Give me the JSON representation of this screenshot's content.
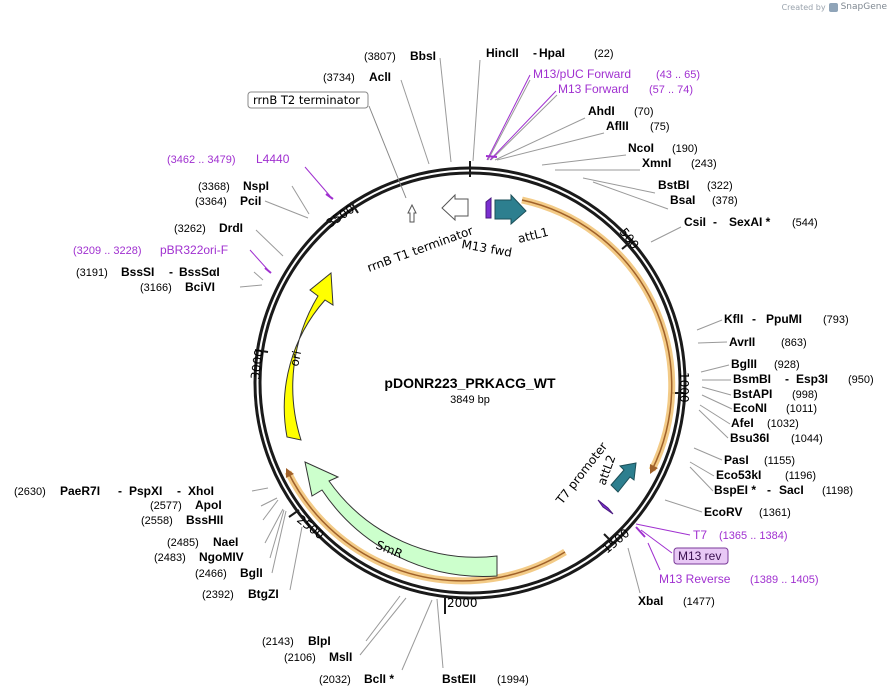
{
  "credit": {
    "prefix": "Created by",
    "brand": "SnapGene"
  },
  "plasmid": {
    "name": "pDONR223_PRKACG_WT",
    "length_label": "3849 bp",
    "length": 3849
  },
  "ticks": [
    "500",
    "1000",
    "1500",
    "2000",
    "2500",
    "3000",
    "3500"
  ],
  "features": [
    {
      "label": "attL1",
      "kind": "arrow",
      "color": "#2d7f8f"
    },
    {
      "label": "M13 fwd",
      "kind": "primer",
      "color": "#7b2fd1"
    },
    {
      "label": "rrnB T1 terminator",
      "kind": "terminator"
    },
    {
      "label": "rrnB T2 terminator",
      "kind": "terminator"
    },
    {
      "label": "ori",
      "kind": "arc",
      "color": "#ffff00"
    },
    {
      "label": "SmR",
      "kind": "arc",
      "color": "#ccffcc"
    },
    {
      "label": "attL2",
      "kind": "arrow",
      "color": "#2d7f8f"
    },
    {
      "label": "T7 promoter",
      "kind": "promoter"
    }
  ],
  "sites": [
    {
      "name": "HincII",
      "name2": "HpaI",
      "pos": "(22)"
    },
    {
      "name": "AhdI",
      "pos": "(70)"
    },
    {
      "name": "AflII",
      "pos": "(75)"
    },
    {
      "name": "NcoI",
      "pos": "(190)"
    },
    {
      "name": "XmnI",
      "pos": "(243)"
    },
    {
      "name": "BstBI",
      "pos": "(322)"
    },
    {
      "name": "BsaI",
      "pos": "(378)"
    },
    {
      "name": "CsiI",
      "name2": "SexAI *",
      "pos": "(544)"
    },
    {
      "name": "KflI",
      "name2": "PpuMI",
      "pos": "(793)"
    },
    {
      "name": "AvrII",
      "pos": "(863)"
    },
    {
      "name": "BglII",
      "pos": "(928)"
    },
    {
      "name": "BsmBI",
      "name2": "Esp3I",
      "pos": "(950)"
    },
    {
      "name": "BstAPI",
      "pos": "(998)"
    },
    {
      "name": "EcoNI",
      "pos": "(1011)"
    },
    {
      "name": "AfeI",
      "pos": "(1032)"
    },
    {
      "name": "Bsu36I",
      "pos": "(1044)"
    },
    {
      "name": "PasI",
      "pos": "(1155)"
    },
    {
      "name": "Eco53kI",
      "pos": "(1196)"
    },
    {
      "name": "BspEI *",
      "name2": "SacI",
      "pos": "(1198)"
    },
    {
      "name": "EcoRV",
      "pos": "(1361)"
    },
    {
      "name": "XbaI",
      "pos": "(1477)"
    },
    {
      "name": "BstEII",
      "pos": "(1994)"
    },
    {
      "name": "BclI *",
      "pos": "(2032)"
    },
    {
      "name": "MslI",
      "pos": "(2106)"
    },
    {
      "name": "BlpI",
      "pos": "(2143)"
    },
    {
      "name": "BtgZI",
      "pos": "(2392)"
    },
    {
      "name": "BglI",
      "pos": "(2466)"
    },
    {
      "name": "NgoMIV",
      "pos": "(2483)"
    },
    {
      "name": "NaeI",
      "pos": "(2485)"
    },
    {
      "name": "BssHII",
      "pos": "(2558)"
    },
    {
      "name": "ApoI",
      "pos": "(2577)"
    },
    {
      "name": "PaeR7I",
      "name2": "PspXI",
      "name3": "XhoI",
      "pos": "(2630)"
    },
    {
      "name": "BciVI",
      "pos": "(3166)"
    },
    {
      "name": "BssSI",
      "name2": "BssSαI",
      "pos": "(3191)"
    },
    {
      "name": "DrdI",
      "pos": "(3262)"
    },
    {
      "name": "PciI",
      "pos": "(3364)"
    },
    {
      "name": "NspI",
      "pos": "(3368)"
    },
    {
      "name": "AclI",
      "pos": "(3734)"
    },
    {
      "name": "BbsI",
      "pos": "(3807)"
    }
  ],
  "primers": [
    {
      "name": "M13/pUC Forward",
      "range": "(43 .. 65)"
    },
    {
      "name": "M13 Forward",
      "range": "(57 .. 74)"
    },
    {
      "name": "T7",
      "range": "(1365 .. 1384)"
    },
    {
      "name": "M13 rev",
      "range": ""
    },
    {
      "name": "M13 Reverse",
      "range": "(1389 .. 1405)"
    },
    {
      "name": "pBR322ori-F",
      "range": "(3209 .. 3228)"
    },
    {
      "name": "L4440",
      "range": "(3462 .. 3479)"
    }
  ],
  "colors": {
    "backbone": "#1a1a1a",
    "primer": "#a030d0",
    "orf_glow": "#f2c57a",
    "orf_line": "#b5651d",
    "label": "#000000"
  }
}
